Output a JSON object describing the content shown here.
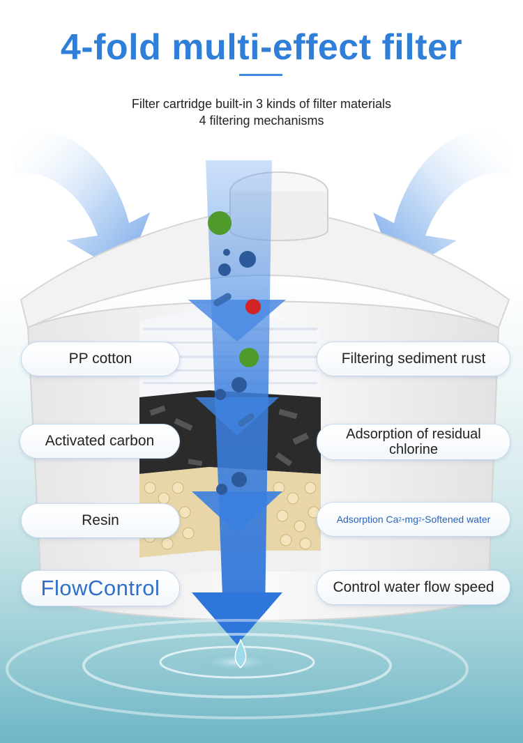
{
  "header": {
    "title": "4-fold multi-effect filter",
    "subtitle_line1": "Filter cartridge built-in 3 kinds of filter materials",
    "subtitle_line2": "4 filtering mechanisms"
  },
  "layers_left": [
    {
      "label": "PP cotton"
    },
    {
      "label": "Activated carbon"
    },
    {
      "label": "Resin"
    },
    {
      "label": "FlowControl"
    }
  ],
  "effects_right": [
    {
      "label": "Filtering sediment rust"
    },
    {
      "label": "Adsorption of residual chlorine"
    },
    {
      "prefix": "Adsorption Ca",
      "sup1": "2+",
      "mid": "mg",
      "sup2": "2+",
      "suffix": "Softened water"
    },
    {
      "label": "Control water flow speed"
    }
  ],
  "colors": {
    "title": "#2f7fd8",
    "arrow": "#3b7fe0",
    "flow_text": "#2f6fc9"
  }
}
